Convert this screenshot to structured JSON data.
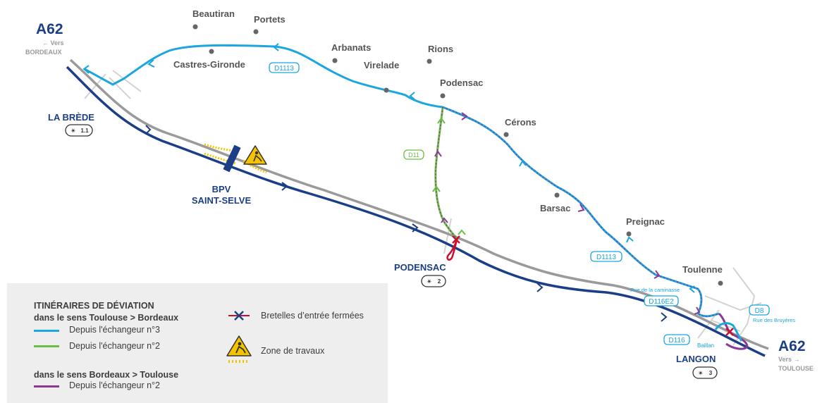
{
  "motorway": {
    "north_name": "A62",
    "north_dir": "← Vers",
    "north_city": "BORDEAUX",
    "south_name": "A62",
    "south_dir": "Vers →",
    "south_city": "TOULOUSE"
  },
  "interchanges": {
    "labrede": {
      "name": "LA BRÈDE",
      "badge": "1.1"
    },
    "podensac": {
      "name": "PODENSAC",
      "badge": "2"
    },
    "langon": {
      "name": "LANGON",
      "badge": "3"
    }
  },
  "toll": {
    "line1": "BPV",
    "line2": "SAINT-SELVE"
  },
  "towns": {
    "beautiran": "Beautiran",
    "portets": "Portets",
    "castres": "Castres-Gironde",
    "arbanats": "Arbanats",
    "virelade": "Virelade",
    "rions": "Rions",
    "podensac": "Podensac",
    "cerons": "Cérons",
    "barsac": "Barsac",
    "preignac": "Preignac",
    "toulenne": "Toulenne",
    "baillan": "Baillan"
  },
  "roads": {
    "d1113_north": "D1113",
    "d11": "D11",
    "d1113_south": "D1113",
    "d116e2": "D116E2",
    "d116": "D116",
    "d8": "D8"
  },
  "streets": {
    "caminasse": "Rue de la caminasse",
    "bruyeres": "Rue des Bruyères"
  },
  "legend": {
    "title": "ITINÉRAIRES DE DÉVIATION",
    "section1": "dans le sens Toulouse > Bordeaux",
    "item_blue": "Depuis l'échangeur n°3",
    "item_green": "Depuis l'échangeur n°2",
    "section2": "dans le sens Bordeaux > Toulouse",
    "item_purple": "Depuis l'échangeur n°2",
    "closed_ramps": "Bretelles d’entrée fermées",
    "works_zone": "Zone de travaux"
  },
  "colors": {
    "motorway": "#1b3f86",
    "grey_road": "#9a9a9a",
    "blue_route": "#1ba6df",
    "green_route": "#6cbd45",
    "purple_route": "#8a3a95",
    "closed_cross": "#c8102e",
    "works_yellow": "#f5c400",
    "text_dark": "#1b3f86",
    "town_text": "#555555"
  }
}
